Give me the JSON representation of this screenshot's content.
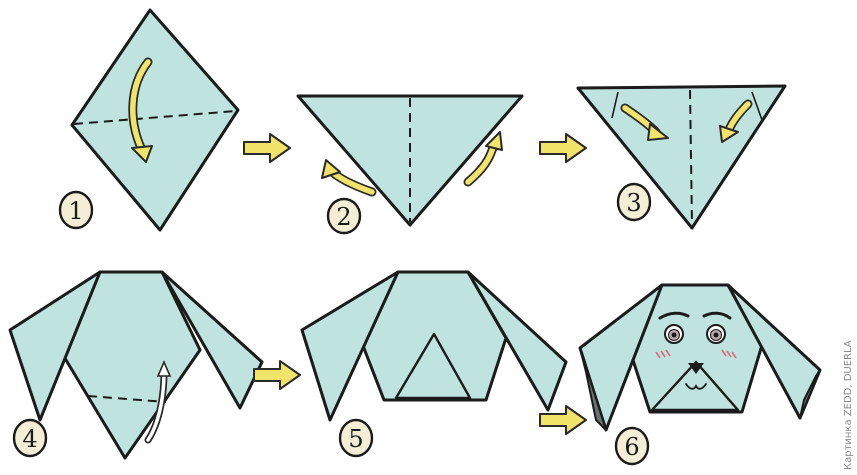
{
  "steps": [
    {
      "number": "1"
    },
    {
      "number": "2"
    },
    {
      "number": "3"
    },
    {
      "number": "4"
    },
    {
      "number": "5"
    },
    {
      "number": "6"
    }
  ],
  "credit": "Картинка ZEDD, DUERLA",
  "colors": {
    "paper": "#bfe3df",
    "outline": "#1b1b1b",
    "arrow": "#f2e36a",
    "ear_shade": "#6b7372",
    "eye_iris": "#b9a8ad",
    "blush": "#d96b7a"
  },
  "icons": [
    "arrow-right-icon",
    "curved-fold-arrow-icon"
  ]
}
